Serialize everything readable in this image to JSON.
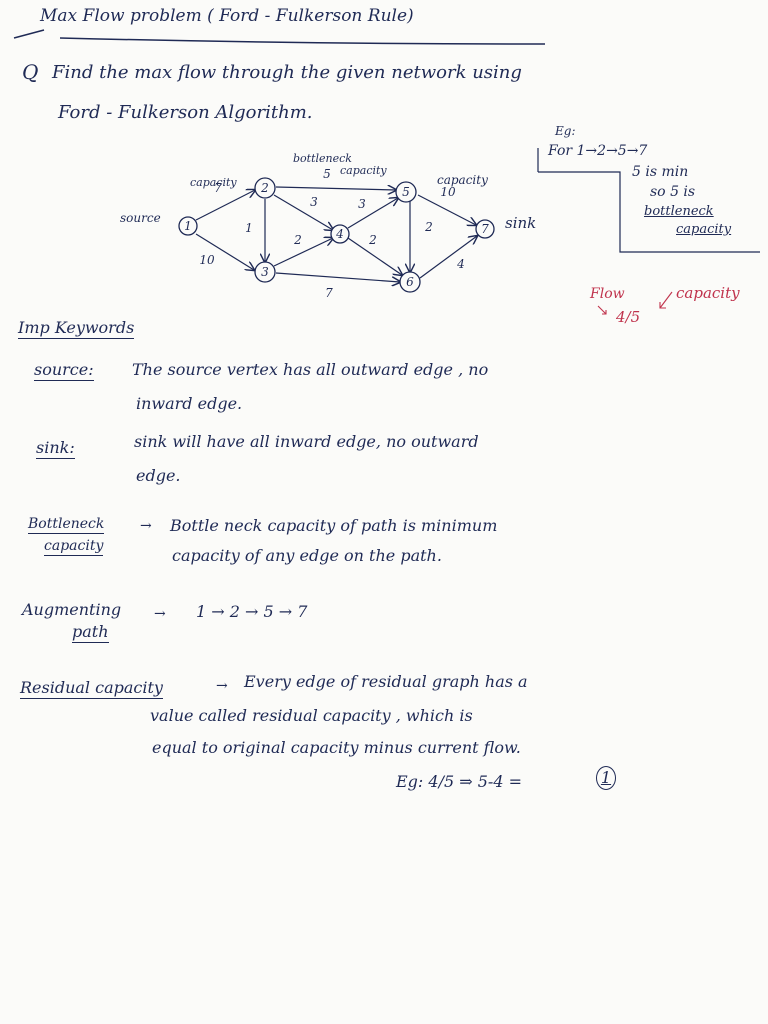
{
  "title": "Max Flow problem ( Ford - Fulkerson Rule)",
  "question": {
    "marker": "Q",
    "line1": "Find the max flow through the given network using",
    "line2": "Ford - Fulkerson Algorithm."
  },
  "graph": {
    "nodes": [
      "1",
      "2",
      "3",
      "4",
      "5",
      "6",
      "7"
    ],
    "edge_labels": {
      "e12": "7",
      "e13": "10",
      "e25": "5",
      "e23": "1",
      "e24": "3",
      "e34": "2",
      "e36": "7",
      "e45": "3",
      "e46": "2",
      "e56": "2",
      "e57": "10",
      "e67": "4"
    },
    "annotations": {
      "source": "source",
      "sink": "sink",
      "capacity_left": "capacity",
      "capacity_right": "capacity",
      "bottleneck": "bottleneck",
      "bottleneck_capacity": "capacity"
    }
  },
  "example_box": {
    "eg": "Eg:",
    "path": "For 1→2→5→7",
    "line1": "5 is min",
    "line2": "so 5 is",
    "line3": "bottleneck",
    "line4": "capacity"
  },
  "flow_note": {
    "flow": "Flow",
    "capacity": "capacity",
    "value": "4/5"
  },
  "keywords_heading": "Imp Keywords",
  "keywords": {
    "source_term": "source:",
    "source_def1": "The source vertex has all outward edge , no",
    "source_def2": "inward edge.",
    "sink_term": "sink:",
    "sink_def1": "sink will have all inward edge, no outward",
    "sink_def2": "edge.",
    "bottleneck_term1": "Bottleneck",
    "bottleneck_term2": "capacity",
    "bottleneck_def1": "Bottle neck capacity of path is minimum",
    "bottleneck_def2": "capacity of any edge on the path.",
    "augmenting_term1": "Augmenting",
    "augmenting_term2": "path",
    "augmenting_def": "1 → 2 → 5 → 7",
    "residual_term": "Residual capacity",
    "residual_def1": "Every edge of residual graph has a",
    "residual_def2": "value called residual capacity , which is",
    "residual_def3": "equal to original capacity minus current flow.",
    "residual_eg": "Eg: 4/5 ⇒ 5-4 =",
    "residual_result": "1"
  },
  "colors": {
    "ink": "#1f2a55",
    "red_ink": "#c0334d",
    "paper": "#fbfbf9"
  }
}
